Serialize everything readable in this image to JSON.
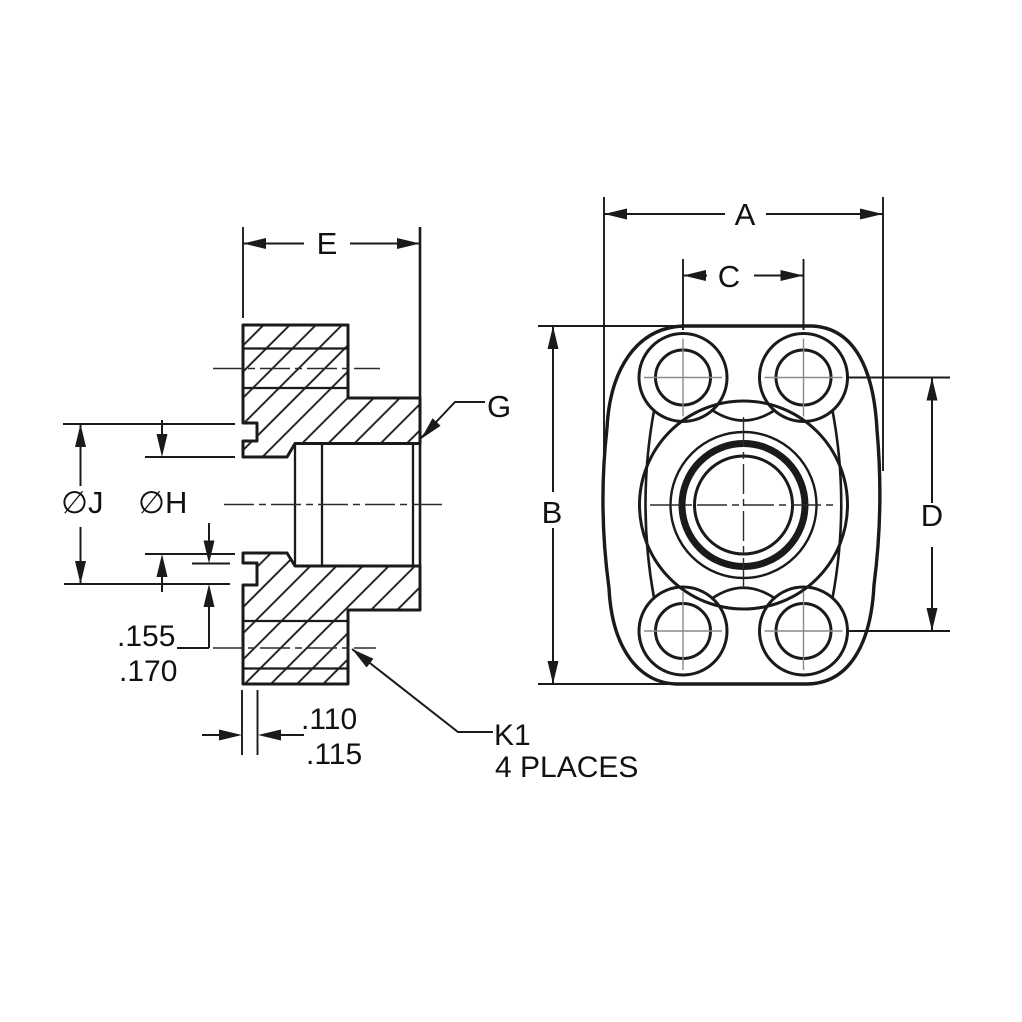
{
  "colors": {
    "ink": "#1a1a1a",
    "centerline_cross_gray": "#8a8a8a",
    "background": "#ffffff"
  },
  "left_view": {
    "description": "side cross-section of flange",
    "labels": {
      "overall_width": "E",
      "groove_callout": "G",
      "pilot_diameter": "∅J",
      "bore_diameter": "∅H",
      "step_min": ".155",
      "step_max": ".170",
      "depth_min": ".110",
      "depth_max": ".115",
      "hole_callout": "K1",
      "hole_callout_note": "4 PLACES"
    }
  },
  "right_view": {
    "description": "front face of flange with four bolt holes",
    "labels": {
      "overall_width": "A",
      "overall_height": "B",
      "bolt_spacing_horizontal": "C",
      "bolt_spacing_vertical": "D"
    }
  }
}
